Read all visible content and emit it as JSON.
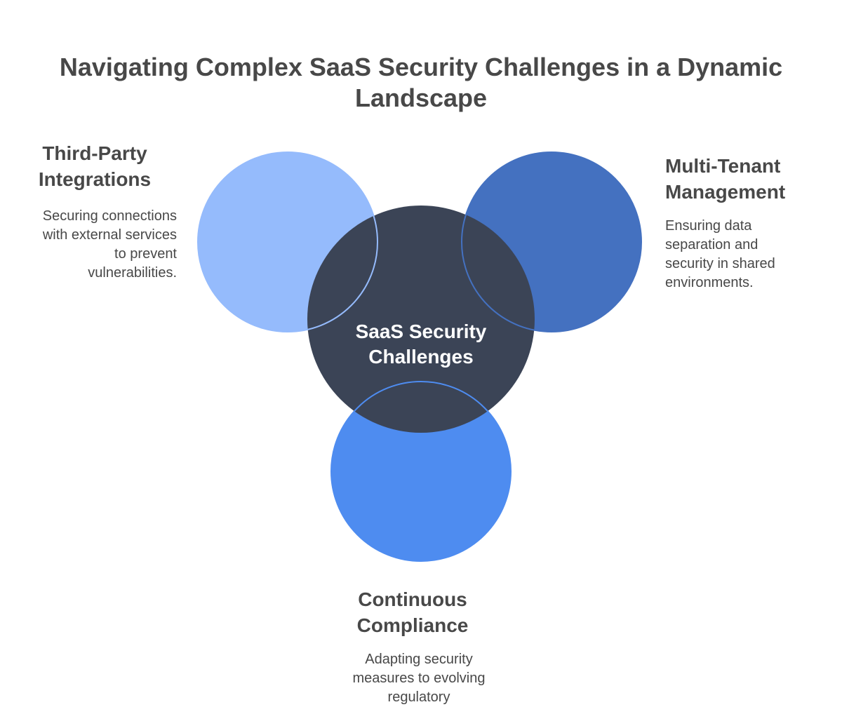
{
  "title": "Navigating Complex SaaS Security Challenges in a Dynamic Landscape",
  "center": {
    "label": "SaaS Security Challenges",
    "color": "#3b4456"
  },
  "nodes": {
    "third_party": {
      "heading": "Third-Party Integrations",
      "description": "Securing connections with external services to prevent vulnerabilities.",
      "color": "#95bbfc"
    },
    "multi_tenant": {
      "heading": "Multi-Tenant Management",
      "description": "Ensuring data separation and security in shared environments.",
      "color": "#4471c0"
    },
    "compliance": {
      "heading": "Continuous Compliance",
      "description": "Adapting security measures to evolving regulatory",
      "color": "#4e8cf0"
    }
  }
}
